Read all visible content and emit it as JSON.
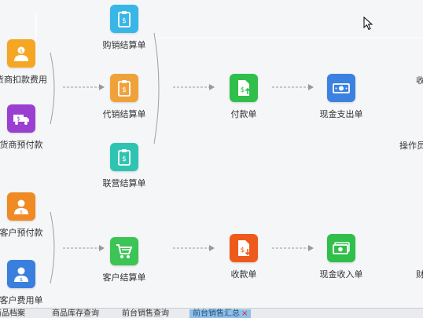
{
  "flow": {
    "left_nodes": [
      {
        "label": "货商扣款费用",
        "icon": "user-dollar-icon",
        "color": "#f5a623"
      },
      {
        "label": "货商预付款",
        "icon": "truck-dollar-icon",
        "color": "#9b3fd1"
      },
      {
        "label": "客户预付款",
        "icon": "user-dollar-icon",
        "color": "#f08a24"
      },
      {
        "label": "客户费用单",
        "icon": "user-dollar-icon",
        "color": "#3b7fde"
      }
    ],
    "settlement_nodes": [
      {
        "label": "购销结算单",
        "icon": "clipboard-dollar-icon",
        "color": "#38b6e8"
      },
      {
        "label": "代销结算单",
        "icon": "clipboard-dollar-icon",
        "color": "#f0a23a"
      },
      {
        "label": "联营结算单",
        "icon": "clipboard-dollar-icon",
        "color": "#2fc4b2"
      },
      {
        "label": "客户结算单",
        "icon": "cart-icon",
        "color": "#3cc455"
      }
    ],
    "payment_nodes": [
      {
        "label": "付款单",
        "icon": "document-dollar-up-icon",
        "color": "#2fbf4a"
      },
      {
        "label": "收款单",
        "icon": "document-dollar-down-icon",
        "color": "#ee5a1c"
      }
    ],
    "cash_nodes": [
      {
        "label": "现金支出单",
        "icon": "cash-out-icon",
        "color": "#3b82e0"
      },
      {
        "label": "现金收入单",
        "icon": "cash-in-icon",
        "color": "#2fbf4a"
      }
    ],
    "right_cut_labels": [
      "收",
      "操作员",
      "财"
    ]
  },
  "tabs": {
    "items": [
      {
        "label": "商品档案"
      },
      {
        "label": "商品库存查询"
      },
      {
        "label": "前台销售查询"
      },
      {
        "label": "前台销售汇总",
        "active": true
      }
    ],
    "close_glyph": "×"
  }
}
